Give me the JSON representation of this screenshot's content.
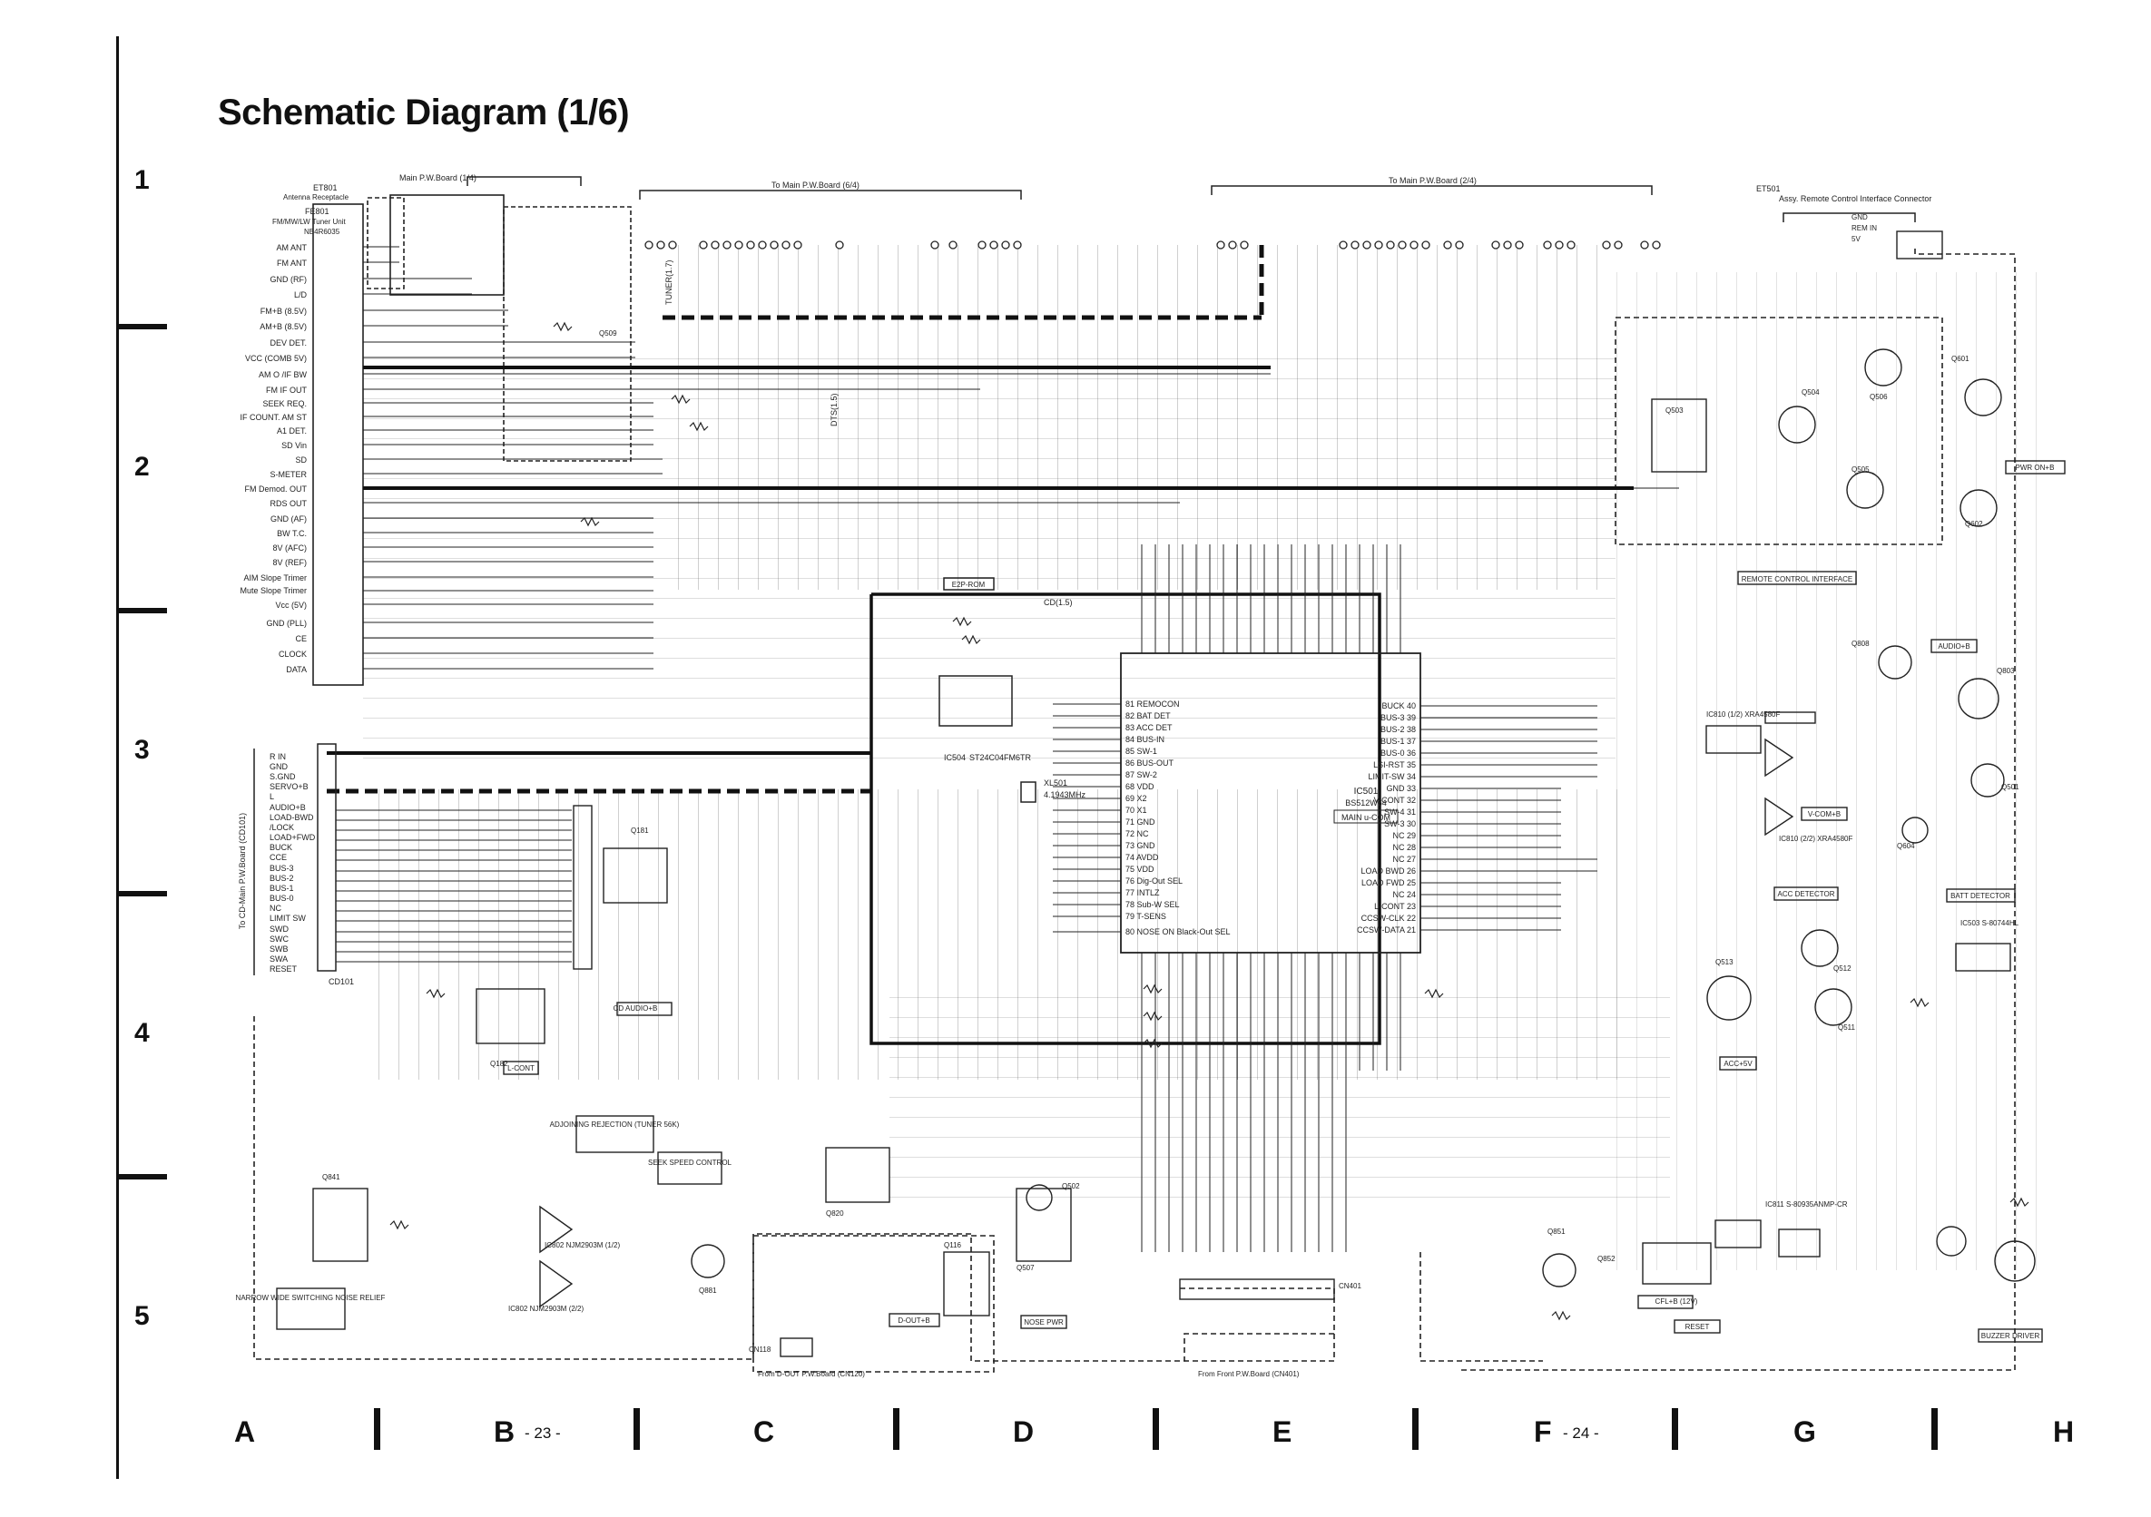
{
  "title": "Schematic Diagram (1/6)",
  "row_labels": [
    "1",
    "2",
    "3",
    "4",
    "5"
  ],
  "column_labels": [
    "A",
    "B",
    "C",
    "D",
    "E",
    "F",
    "G",
    "H"
  ],
  "page_numbers": [
    "- 23 -",
    "- 24 -"
  ],
  "top_links": {
    "main_pw_6_4": "To Main P.W.Board (6/4)",
    "main_pw_2_4": "To Main P.W.Board (2/4)",
    "main_pw_1_4": "Main P.W.Board (1/4)",
    "remote_assy": "Assy. Remote Control Interface Connector"
  },
  "tuner": {
    "connector": "ET801",
    "connector_desc": "Antenna Receptacle",
    "module": "FE801",
    "module_desc": "FM/MW/LW Tuner Unit",
    "module_part": "NB4R6035",
    "pins": [
      "AM ANT",
      "FM ANT",
      "GND (RF)",
      "L/D",
      "FM+B (8.5V)",
      "AM+B (8.5V)",
      "DEV DET.",
      "VCC (COMB 5V)",
      "AM O /IF BW",
      "FM IF OUT",
      "SEEK REQ.",
      "IF COUNT. AM ST",
      "A1 DET.",
      "SD Vin",
      "SD",
      "S-METER",
      "FM Demod. OUT",
      "RDS OUT",
      "GND (AF)",
      "BW T.C.",
      "8V (AFC)",
      "8V (REF)",
      "AIM Slope Trimer",
      "Mute Slope Trimer",
      "Vcc (5V)",
      "GND (PLL)",
      "CE",
      "CLOCK",
      "DATA"
    ]
  },
  "cd_connector": {
    "label": "To CD-Main P.W.Board (CD101)",
    "ref": "CD101",
    "pins": [
      "R IN",
      "GND",
      "S.GND",
      "SERVO+B",
      "L",
      "AUDIO+B",
      "LOAD-BWD",
      "/LOCK",
      "LOAD+FWD",
      "BUCK",
      "CCE",
      "BUS-3",
      "BUS-2",
      "BUS-1",
      "BUS-0",
      "NC",
      "LIMIT SW",
      "SWD",
      "SWC",
      "SWB",
      "SWA",
      "RESET"
    ]
  },
  "ic501": {
    "ref": "IC501",
    "part": "BS512W64",
    "label": "MAIN u-COM",
    "left_pins": [
      "81 REMOCON",
      "82 BAT DET",
      "83 ACC DET",
      "84 BUS-IN",
      "85 SW-1",
      "86 BUS-OUT",
      "87 SW-2",
      "68 VDD",
      "69 X2",
      "70 X1",
      "71 GND",
      "72 NC",
      "73 GND",
      "74 AVDD",
      "75 VDD",
      "76 Dig-Out SEL",
      "77 INTLZ",
      "78 Sub-W SEL",
      "79 T-SENS",
      "80 NOSE ON Black-Out SEL"
    ],
    "right_pins": [
      "BUCK 40",
      "BUS-3 39",
      "BUS-2 38",
      "BUS-1 37",
      "BUS-0 36",
      "LSI-RST 35",
      "LIMIT-SW 34",
      "GND 33",
      "V-CONT 32",
      "SW-4 31",
      "SW-3 30",
      "NC 29",
      "NC 28",
      "NC 27",
      "LOAD BWD 26",
      "LOAD FWD 25",
      "NC 24",
      "L-CONT 23",
      "CCSW-CLK 22",
      "CCSW-DATA 21"
    ]
  },
  "eeprom": {
    "ref": "IC504",
    "part": "ST24C04FM6TR",
    "label": "E2P-ROM"
  },
  "crystal": {
    "ref": "XL501",
    "value": "4.1943MHz"
  },
  "function_boxes": {
    "remote_interface": "REMOTE CONTROL INTERFACE",
    "acc_detector": "ACC DETECTOR",
    "batt_detector": "BATT DETECTOR",
    "cd_audio": "CD AUDIO+B",
    "l_cont": "L-CONT",
    "adjoining": "ADJOINING REJECTION (TUNER 56K)",
    "seek_speed": "SEEK SPEED CONTROL",
    "narrow_wide": "NARROW WIDE SWITCHING NOISE RELIEF",
    "d_out": "D-OUT+B",
    "nose_pwr": "NOSE PWR",
    "cfl": "CFL+B (12V)",
    "reset": "RESET",
    "buzzer": "BUZZER DRIVER",
    "acc_5v": "ACC+5V",
    "pwr_on": "PWR ON+B",
    "v_com": "V-COM+B",
    "audio": "AUDIO+B",
    "ic_dts": "DTS(1.5)",
    "cd_bus": "CD(1.5)",
    "tuner_bus": "TUNER(1.7)"
  },
  "bottom_links": {
    "d_out": "From D-OUT P.W.Board (CN120)",
    "front": "From Front P.W.Board (CN401)"
  },
  "connectors": {
    "cn118": "CN118",
    "cn401": "CN401",
    "et501": "ET501"
  },
  "remote_pins": [
    "GND",
    "REM IN",
    "5V"
  ],
  "transistors": [
    "Q509",
    "Q503",
    "Q504",
    "Q505",
    "Q506",
    "Q601",
    "Q602",
    "Q808",
    "Q803",
    "Q501",
    "Q604",
    "Q512",
    "Q513",
    "Q511",
    "Q181",
    "Q182",
    "Q841",
    "Q820",
    "Q881",
    "Q116",
    "Q502",
    "Q507",
    "Q851",
    "Q852"
  ],
  "ics": [
    "IC810 (1/2) XRA4580F",
    "IC810 (2/2) XRA4580F",
    "IC802 NJM2903M (1/2)",
    "IC802 NJM2903M (2/2)",
    "IC503 S-80744HL",
    "IC811 S-80935ANMP-CR"
  ]
}
